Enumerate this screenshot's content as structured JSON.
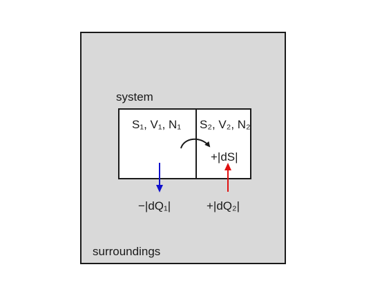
{
  "labels": {
    "system": "system",
    "surroundings": "surroundings",
    "subsystem1": "S₁, V₁, N₁",
    "subsystem2": "S₂, V₂, N₂",
    "entropy_change": "+|dS|",
    "heat1": "−|dQ₁|",
    "heat2": "+|dQ₂|"
  },
  "colors": {
    "heat1_arrow": "#1010cc",
    "heat2_arrow": "#e01010",
    "entropy_arrow": "#1a1a1a",
    "surroundings_fill": "#d9d9d9"
  }
}
